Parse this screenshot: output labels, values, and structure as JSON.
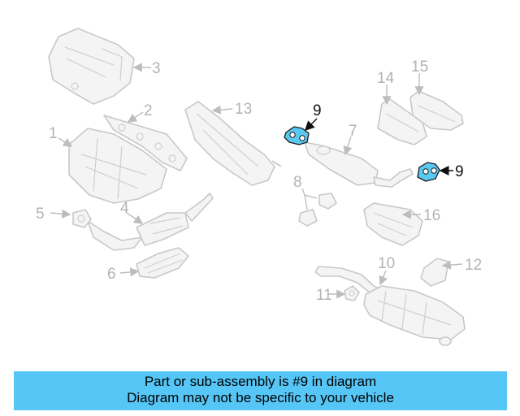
{
  "diagram": {
    "callouts": [
      "1",
      "2",
      "3",
      "4",
      "5",
      "6",
      "7",
      "8",
      "9",
      "9",
      "10",
      "11",
      "12",
      "13",
      "14",
      "15",
      "16"
    ],
    "highlight_color": "#5bc8f2"
  },
  "banner": {
    "line1": "Part or sub-assembly is #9 in diagram",
    "line2": "Diagram may not be specific to your vehicle",
    "background": "#55c6f5"
  }
}
